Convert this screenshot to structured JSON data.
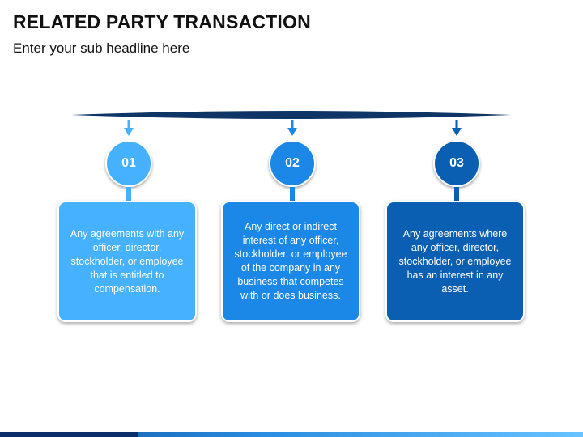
{
  "title": "RELATED PARTY TRANSACTION",
  "subtitle": "Enter your sub headline here",
  "colors": {
    "bar": "#0e3565",
    "step1": "#45b1ff",
    "step2": "#1b88e8",
    "step3": "#0b5fb3"
  },
  "steps": [
    {
      "number": "01",
      "text": "Any agreements with any officer, director, stockholder, or employee that is entitled to compensation.",
      "color": "#45b1ff"
    },
    {
      "number": "02",
      "text": "Any direct or indirect interest of any officer, stockholder, or employee of the company in any business that competes with or does business.",
      "color": "#1b88e8"
    },
    {
      "number": "03",
      "text": "Any agreements where any officer, director, stockholder, or employee has an interest in any asset.",
      "color": "#0b5fb3"
    }
  ]
}
